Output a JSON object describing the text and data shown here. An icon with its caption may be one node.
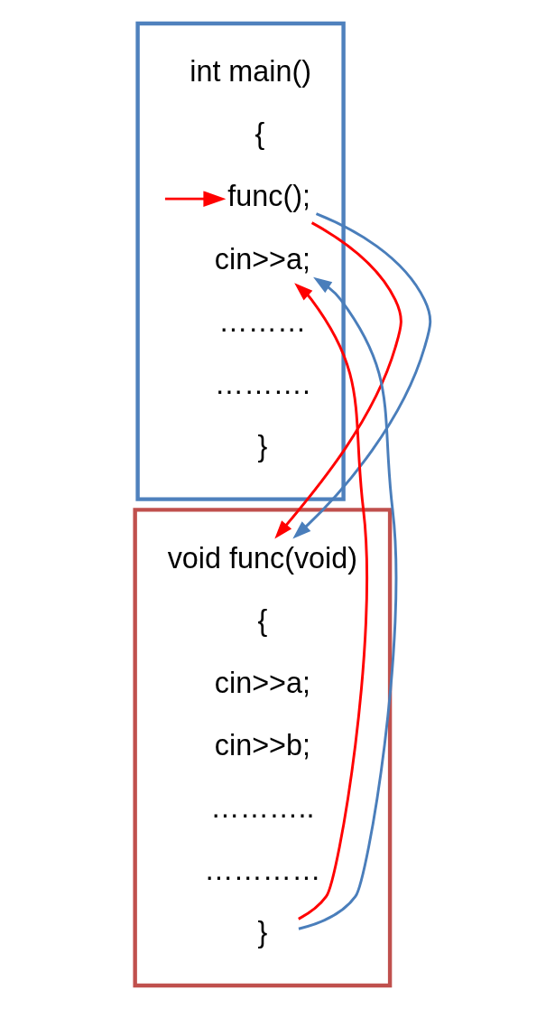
{
  "diagram": {
    "nodes": [
      {
        "text": [],
        "shape": "box"
      },
      {
        "text": [
          "int main()"
        ],
        "in": 0
      },
      {
        "text": [
          "{"
        ],
        "in": 0
      },
      {
        "text": [
          "func();"
        ],
        "in": 0
      },
      {
        "text": [
          "cin>>a;"
        ],
        "in": 0
      },
      {
        "text": [
          "………"
        ],
        "in": 0
      },
      {
        "text": [
          "………."
        ],
        "in": 0
      },
      {
        "text": [
          "}"
        ],
        "in": 0
      },
      {
        "text": [],
        "shape": "box"
      },
      {
        "text": [
          "void func(void)"
        ],
        "in": 8
      },
      {
        "text": [
          "{"
        ],
        "in": 8
      },
      {
        "text": [
          "cin>>a;"
        ],
        "in": 8
      },
      {
        "text": [
          "cin>>b;"
        ],
        "in": 8
      },
      {
        "text": [
          "……….."
        ],
        "in": 8
      },
      {
        "text": [
          "…………"
        ],
        "in": 8
      },
      {
        "text": [
          "}"
        ],
        "in": 8
      }
    ],
    "edges": [
      {
        "from": null,
        "to": 3,
        "arrow": "to"
      },
      {
        "from": 3,
        "to": 9,
        "arrow": "to"
      },
      {
        "from": 3,
        "to": 9,
        "arrow": "to",
        "color": "#4a7ebb"
      },
      {
        "from": 15,
        "to": 4,
        "arrow": "to"
      },
      {
        "from": 15,
        "to": 4,
        "arrow": "to",
        "color": "#4a7ebb"
      }
    ]
  }
}
